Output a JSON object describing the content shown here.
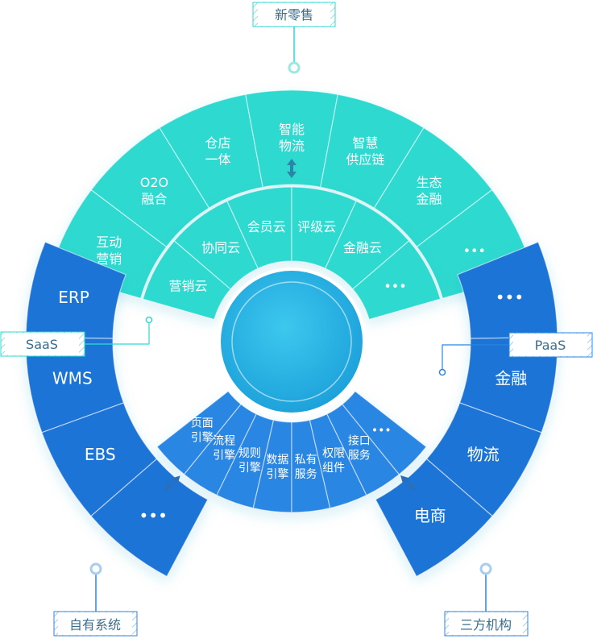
{
  "colors": {
    "teal": "#2fd9cf",
    "teal_light": "#5ee6dc",
    "blue": "#2a86e3",
    "blue_dark": "#1f74d6",
    "center": "#2ab6e8",
    "label_text": "#3a6e8c",
    "white": "#ffffff"
  },
  "tags": {
    "new_retail": "新零售",
    "saas": "SaaS",
    "paas": "PaaS",
    "own_system": "自有系统",
    "third_party": "三方机构"
  },
  "outer_teal": [
    [
      "互动",
      "营销"
    ],
    [
      "O2O",
      "融合"
    ],
    [
      "仓店",
      "一体"
    ],
    [
      "智能",
      "物流"
    ],
    [
      "智慧",
      "供应链"
    ],
    [
      "生态",
      "金融"
    ],
    [
      "•••"
    ]
  ],
  "inner_teal": [
    [
      "营销云"
    ],
    [
      "协同云"
    ],
    [
      "会员云"
    ],
    [
      "评级云"
    ],
    [
      "金融云"
    ],
    [
      "•••"
    ]
  ],
  "inner_blue": [
    [
      "页面",
      "引擎"
    ],
    [
      "流程",
      "引擎"
    ],
    [
      "规则",
      "引擎"
    ],
    [
      "数据",
      "引擎"
    ],
    [
      "私有",
      "服务"
    ],
    [
      "权限",
      "组件"
    ],
    [
      "接口",
      "服务"
    ],
    [
      "•••"
    ]
  ],
  "outer_blue_left": [
    [
      "ERP"
    ],
    [
      "WMS"
    ],
    [
      "EBS"
    ],
    [
      "•••"
    ]
  ],
  "outer_blue_right": [
    [
      "•••"
    ],
    [
      "金融"
    ],
    [
      "物流"
    ],
    [
      "电商"
    ]
  ]
}
